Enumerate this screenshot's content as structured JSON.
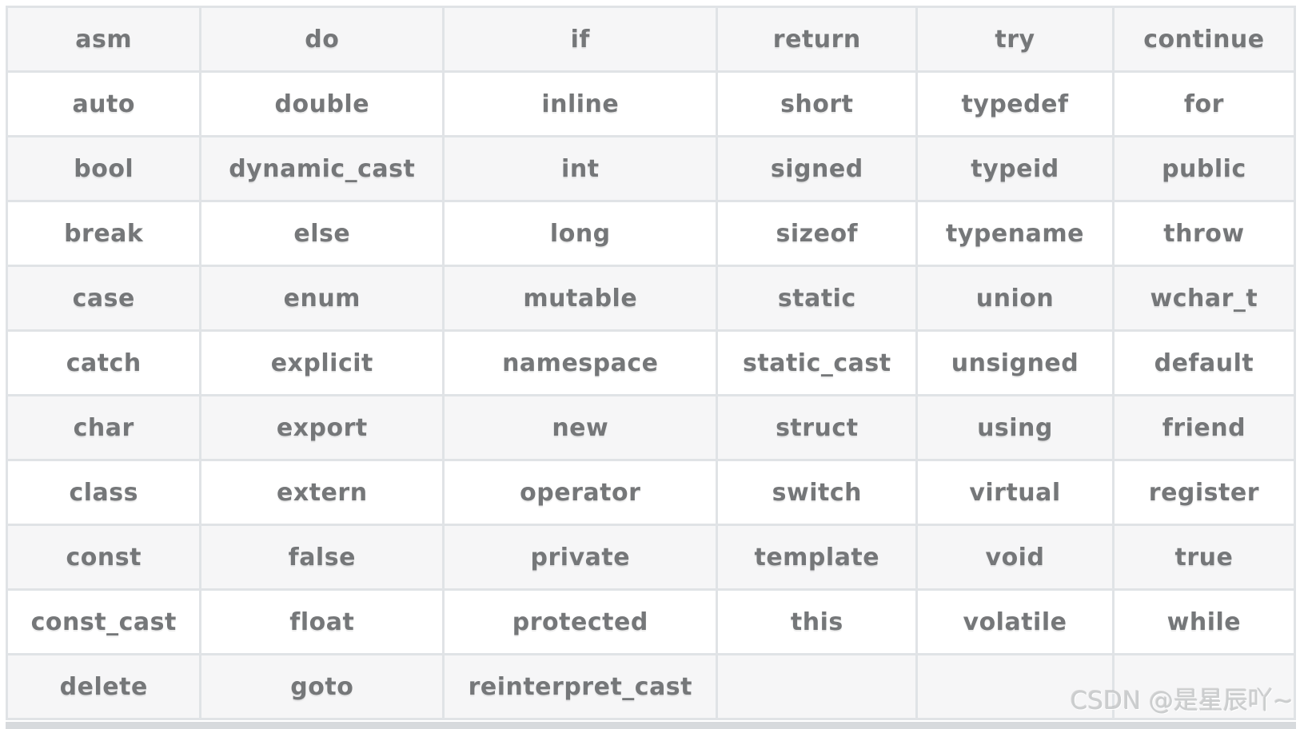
{
  "table": {
    "description": "C++ keywords table",
    "columns": 6,
    "rows": [
      [
        "asm",
        "do",
        "if",
        "return",
        "try",
        "continue"
      ],
      [
        "auto",
        "double",
        "inline",
        "short",
        "typedef",
        "for"
      ],
      [
        "bool",
        "dynamic_cast",
        "int",
        "signed",
        "typeid",
        "public"
      ],
      [
        "break",
        "else",
        "long",
        "sizeof",
        "typename",
        "throw"
      ],
      [
        "case",
        "enum",
        "mutable",
        "static",
        "union",
        "wchar_t"
      ],
      [
        "catch",
        "explicit",
        "namespace",
        "static_cast",
        "unsigned",
        "default"
      ],
      [
        "char",
        "export",
        "new",
        "struct",
        "using",
        "friend"
      ],
      [
        "class",
        "extern",
        "operator",
        "switch",
        "virtual",
        "register"
      ],
      [
        "const",
        "false",
        "private",
        "template",
        "void",
        "true"
      ],
      [
        "const_cast",
        "float",
        "protected",
        "this",
        "volatile",
        "while"
      ],
      [
        "delete",
        "goto",
        "reinterpret_cast",
        "",
        "",
        ""
      ]
    ]
  },
  "watermark": {
    "text": "CSDN @是星辰吖~"
  },
  "colors": {
    "row_odd_bg": "#f6f6f7",
    "row_even_bg": "#ffffff",
    "cell_border": "#e0e3e6",
    "bottom_bar": "#d7dadd",
    "keyword_text": "#757779",
    "watermark_text": "#cbcdce"
  }
}
